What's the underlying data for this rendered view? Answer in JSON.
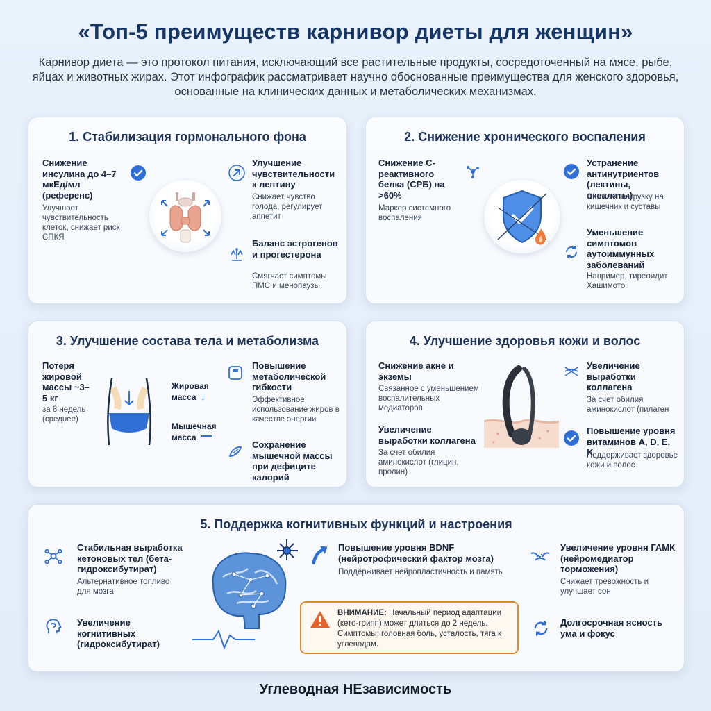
{
  "header": {
    "title": "«Топ-5 преимуществ карнивор диеты для женщин»",
    "intro": "Карнивор диета — это протокол питания, исключающий все растительные продукты, сосредоточенный на мясе, рыбе, яйцах и животных жирах. Этот инфографик рассматривает научно обоснованные преимущества для женского здоровья, основанные на клинических данных и метаболических механизмах."
  },
  "sections": [
    {
      "title": "1. Стабилизация гормонального фона",
      "items": [
        {
          "heading": "Снижение инсулина до 4–7 мкЕд/мл (референс)",
          "desc": "Улучшает чувствительность клеток, снижает риск СПКЯ",
          "icon": "check-circle-icon"
        },
        {
          "heading": "Улучшение чувствительности к лептину",
          "desc": "Снижает чувство голода, регулирует аппетит",
          "icon": "arrow-up-right-icon"
        },
        {
          "heading": "Баланс эстрогенов и прогестерона",
          "desc": "Смягчает симптомы ПМС и менопаузы",
          "icon": "balance-icon"
        }
      ]
    },
    {
      "title": "2. Снижение хронического воспаления",
      "items": [
        {
          "heading": "Снижение С-реактивного белка (СРБ) на >60%",
          "desc": "Маркер системного воспаления",
          "icon": "molecule-icon"
        },
        {
          "heading": "Устранение антинутриентов (лектины, оксалаты)",
          "desc": "Снижает нагрузку на кишечник и суставы",
          "icon": "check-circle-icon"
        },
        {
          "heading": "Уменьшение симптомов аутоиммунных заболеваний",
          "desc": "Например, тиреоидит Хашимото",
          "icon": "refresh-icon"
        }
      ]
    },
    {
      "title": "3. Улучшение состава тела и метаболизма",
      "items": [
        {
          "heading": "Потеря жировой массы ~3–5 кг",
          "desc": "за 8 недель (среднее)",
          "icon": ""
        },
        {
          "heading": "Повышение метаболической гибкости",
          "desc": "Эффективное использование жиров в качестве энергии",
          "icon": "scale-icon"
        },
        {
          "heading": "Сохранение мышечной массы при дефиците калорий",
          "desc": "",
          "icon": "muscle-icon"
        }
      ],
      "labels": {
        "fat": "Жировая масса",
        "muscle": "Мышечная масса"
      }
    },
    {
      "title": "4. Улучшение здоровья кожи и волос",
      "items": [
        {
          "heading": "Снижение акне и экземы",
          "desc": "Связанное с уменьшением воспалительных медиаторов",
          "icon": ""
        },
        {
          "heading": "Увеличение выработки коллагена",
          "desc": "За счет обилия аминокислот (глицин, пролин)",
          "icon": ""
        },
        {
          "heading": "Увеличение выработки коллагена",
          "desc": "За счет обилия аминокислот (пилаген",
          "icon": "collagen-fiber-icon"
        },
        {
          "heading": "Повышение уровня витаминов A, D, E, K",
          "desc": "Поддерживает здоровье кожи и волос",
          "icon": "check-circle-icon"
        }
      ]
    },
    {
      "title": "5. Поддержка когнитивных функций и настроения",
      "items": [
        {
          "heading": "Стабильная выработка кетоновых тел (бета-гидроксибутират)",
          "desc": "Альтернативное топливо для мозга",
          "icon": "molecule-icon"
        },
        {
          "heading": "Увеличение когнитивных (гидроксибутират)",
          "desc": "",
          "icon": "head-icon"
        },
        {
          "heading": "Повышение уровня BDNF (нейротрофический фактор мозга)",
          "desc": "Поддерживает нейропластичность и память",
          "icon": "arrow-up-icon"
        },
        {
          "heading": "Увеличение уровня ГАМК (нейромедиатор торможения)",
          "desc": "Снижает тревожность и улучшает сон",
          "icon": "synapse-icon"
        },
        {
          "heading": "Долгосрочная ясность ума и фокус",
          "desc": "",
          "icon": "refresh-icon"
        }
      ],
      "warning": {
        "label": "ВНИМАНИЕ:",
        "text": "Начальный период адаптации (кето-грипп) может длиться до 2 недель. Симптомы: головная боль, усталость, тяга к углеводам."
      }
    }
  ],
  "footer": {
    "text": "Углеводная НЕзависимость"
  },
  "colors": {
    "accent": "#2f6fd6",
    "title": "#143565",
    "warning": "#e58a2f"
  }
}
